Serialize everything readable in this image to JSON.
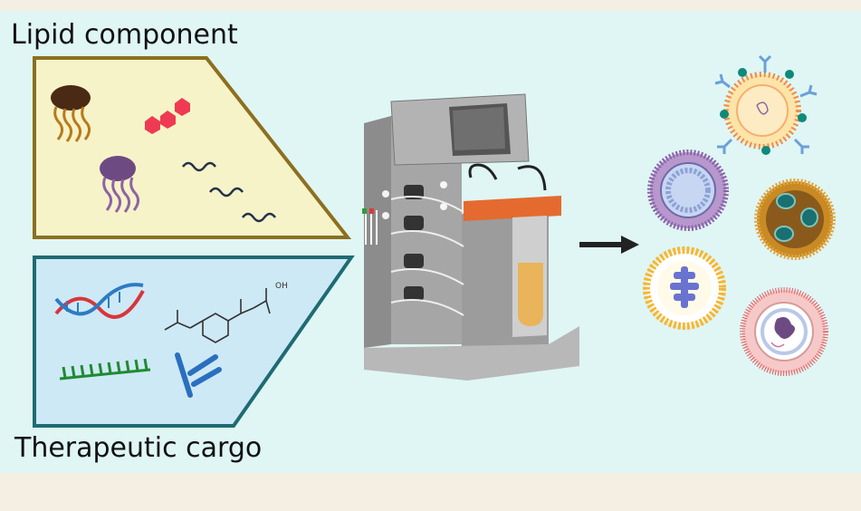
{
  "labels": {
    "lipid_component": "Lipid component",
    "therapeutic_cargo": "Therapeutic cargo"
  },
  "cargo_chemistry": {
    "hydroxyl": "OH"
  },
  "colors": {
    "page_background": "#f4efe2",
    "panel_background": "#dff6f4",
    "lipid_box_fill": "#f7f3c8",
    "lipid_box_border": "#8c6f1f",
    "cargo_box_fill": "#cde9f5",
    "cargo_box_border": "#1f6b73",
    "reactor_gray": "#9a9a9a",
    "reactor_lid": "#e56a2f",
    "culture_fill": "#e9b45a"
  },
  "icons": [
    "jellyfish-icon",
    "lipid-chain-icon",
    "dna-helix-icon",
    "ibuprofen-molecule-icon",
    "oligonucleotide-comb-icon",
    "antibody-icon",
    "bioreactor-icon",
    "arrow-right-icon",
    "nanoparticle-icon"
  ]
}
